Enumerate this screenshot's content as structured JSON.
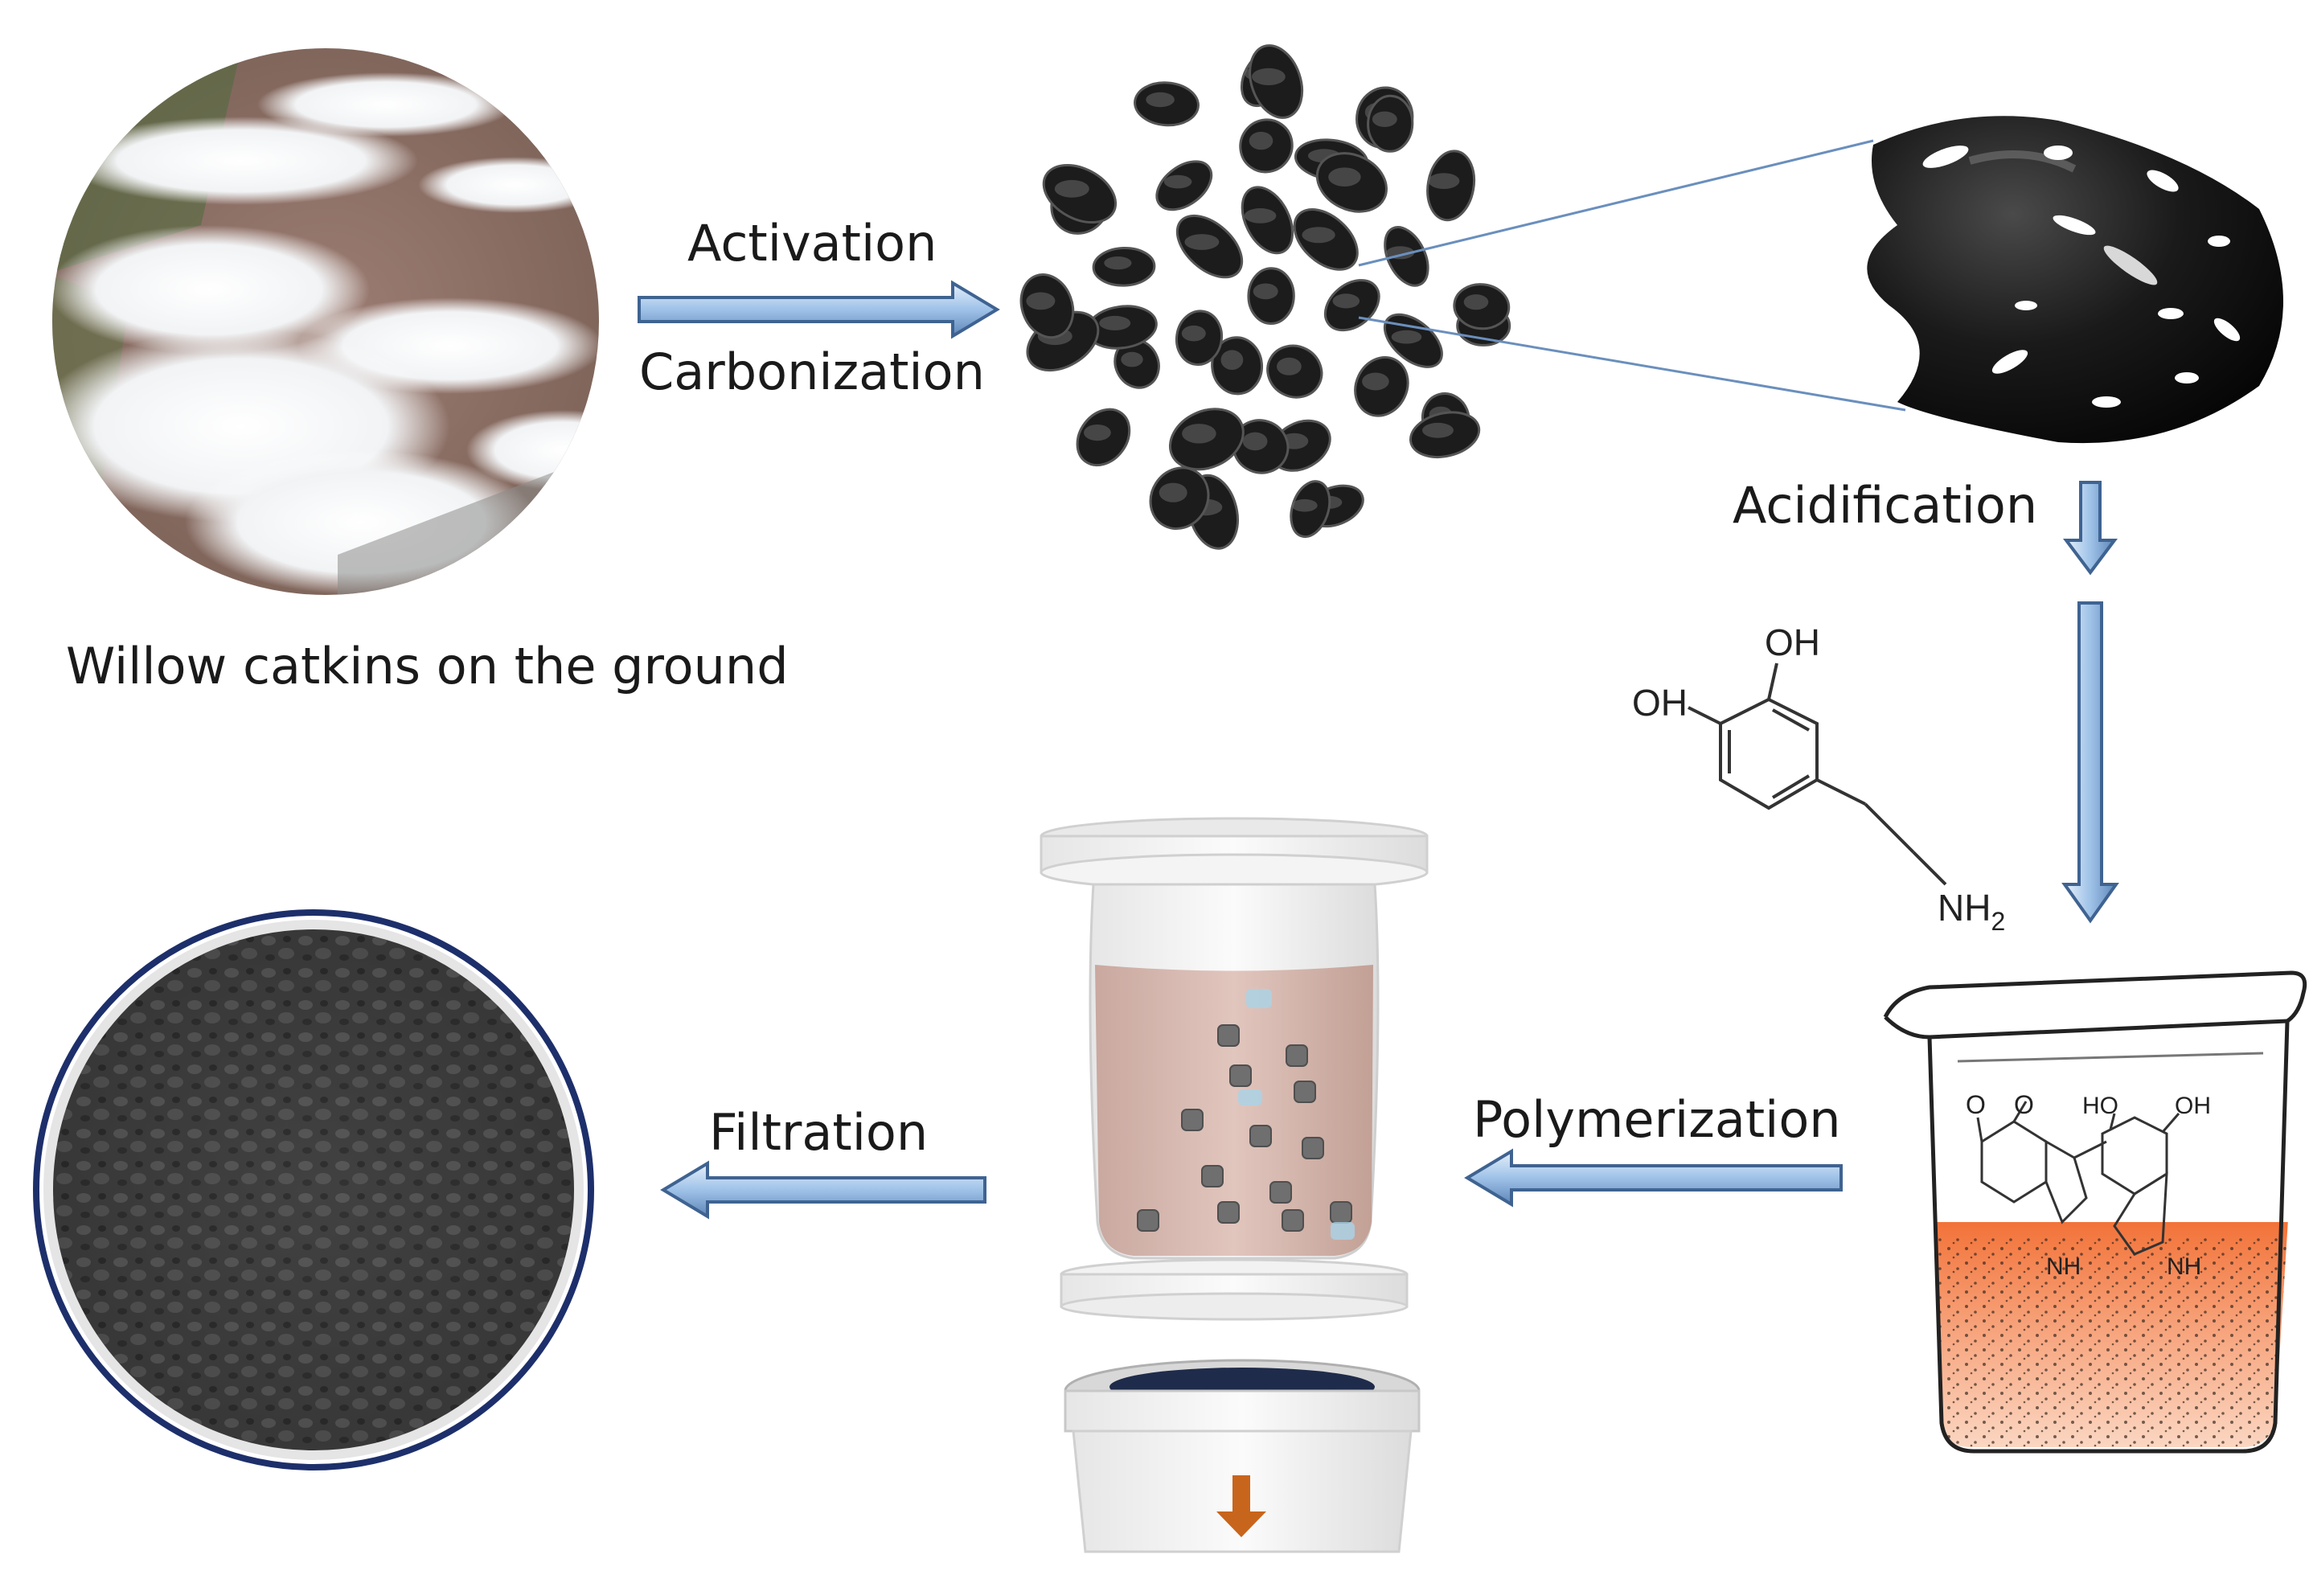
{
  "steps": {
    "activation": "Activation",
    "carbonization": "Carbonization",
    "acidification": "Acidification",
    "polymerization": "Polymerization",
    "filtration": "Filtration"
  },
  "caption": "Willow catkins on the ground",
  "molecule": {
    "oh_top": "OH",
    "oh_left": "OH",
    "nh2": "NH",
    "nh2_subscript": "2"
  },
  "beaker_molecule": {
    "o1": "O",
    "o2": "O",
    "ho": "HO",
    "oh": "OH",
    "nh_left": "NH",
    "nh_right": "NH"
  },
  "colors": {
    "arrow_fill": "#a9c8ea",
    "arrow_stroke": "#3f6391",
    "solution": "#f07f4a",
    "jar_liquid": "#d6b8b0",
    "membrane": "#3a3a3a",
    "flow_arrow": "#c8651c"
  }
}
